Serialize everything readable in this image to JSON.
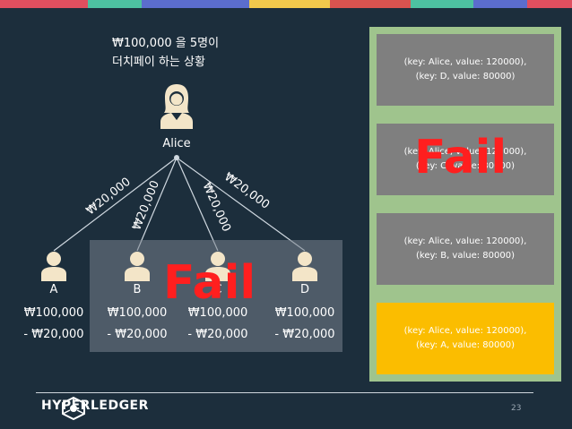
{
  "top_bar_colors": [
    "#e04f5f",
    "#4dc1a1",
    "#5b6dcd",
    "#f2c94c",
    "#d9534f",
    "#4dc1a1",
    "#5b6dcd",
    "#e04f5f"
  ],
  "caption": {
    "line1": "₩100,000 을 5명이",
    "line2": "더치페이 하는 상황"
  },
  "center_person": {
    "name": "Alice"
  },
  "edges": [
    "₩20,000",
    "₩20,000",
    "₩20,000",
    "₩20,000"
  ],
  "participants": [
    {
      "name": "A",
      "balance": "₩100,000",
      "change": "- ₩20,000"
    },
    {
      "name": "B",
      "balance": "₩100,000",
      "change": "- ₩20,000"
    },
    {
      "name": "C",
      "balance": "₩100,000",
      "change": "- ₩20,000"
    },
    {
      "name": "D",
      "balance": "₩100,000",
      "change": "- ₩20,000"
    }
  ],
  "fail_labels": [
    "Fail",
    "Fail"
  ],
  "blocks": [
    {
      "line1": "(key: Alice, value: 120000),",
      "line2": "(key: D, value: 80000)"
    },
    {
      "line1": "(key: Alice, value: 120000),",
      "line2": "(key: C, value: 80000)"
    },
    {
      "line1": "(key: Alice, value: 120000),",
      "line2": "(key: B, value: 80000)"
    },
    {
      "line1": "(key: Alice, value: 120000),",
      "line2": "(key: A, value: 80000)"
    }
  ],
  "colors": {
    "background": "#1c2e3c",
    "person_icon": "#f3e5c8",
    "chain_border": "#9fc48d",
    "block": "#7f7f7f",
    "highlight_block": "#fbbd00",
    "fail": "#ff1f1f"
  },
  "footer": {
    "logo_text": "HYPERLEDGER",
    "page_number": "23"
  }
}
